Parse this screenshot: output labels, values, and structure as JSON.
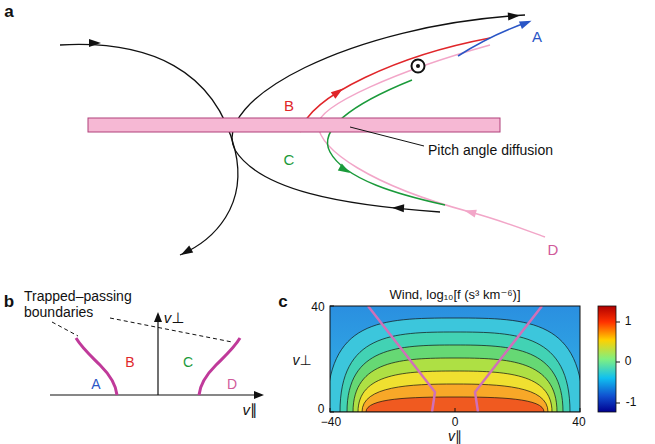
{
  "diagram": {
    "labels": [
      "a",
      "A",
      "B",
      "C",
      "Pitch angle diffusion",
      "D",
      "b",
      "Trapped–passing boundaries",
      "v⊥",
      "v∥",
      "A",
      "B",
      "C",
      "D",
      "c",
      "Wind, log₁₀[f (s³ km⁻⁶)]",
      "40",
      "0",
      "−40",
      "0",
      "40",
      "1",
      "0",
      "-1",
      "v⊥",
      "v∥"
    ]
  }
}
